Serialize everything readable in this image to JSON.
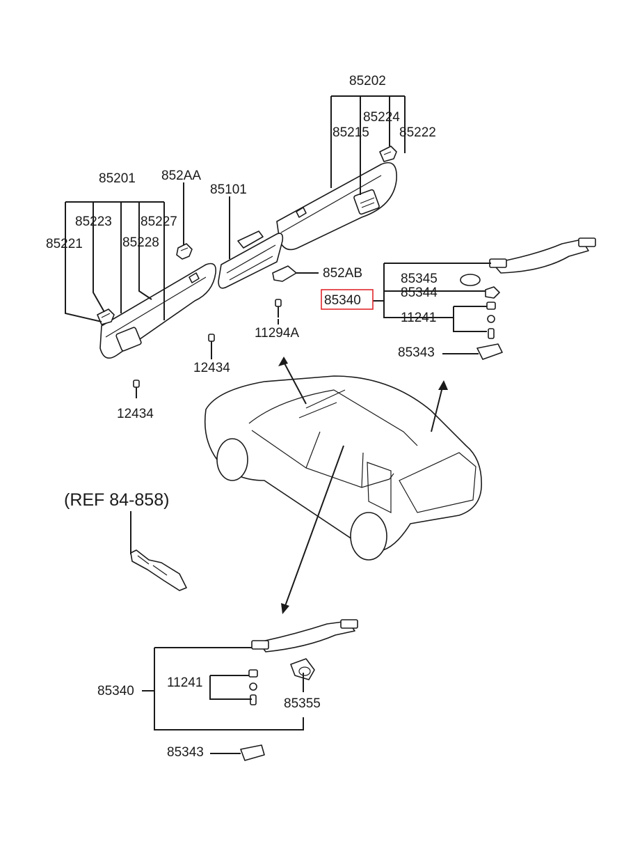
{
  "labels": {
    "p85202": "85202",
    "p85224": "85224",
    "p85215": "85215",
    "p85222": "85222",
    "p85201": "85201",
    "p852AA": "852AA",
    "p85101": "85101",
    "p85223": "85223",
    "p85227": "85227",
    "p85221": "85221",
    "p85228": "85228",
    "p852AB": "852AB",
    "p85345": "85345",
    "p85344": "85344",
    "p85340_upper": "85340",
    "p11241_upper": "11241",
    "p11294A": "11294A",
    "p12434_a": "12434",
    "p85343_upper": "85343",
    "p12434_b": "12434",
    "ref": "(REF 84-858)",
    "p85340_lower": "85340",
    "p11241_lower": "11241",
    "p85355": "85355",
    "p85343_lower": "85343"
  },
  "highlight": {
    "part": "85340",
    "color": "#e0262b"
  }
}
